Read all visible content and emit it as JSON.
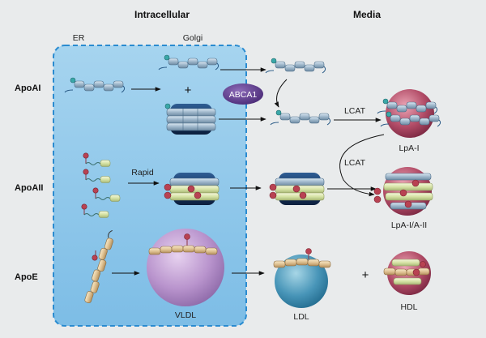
{
  "headers": {
    "intracellular": "Intracellular",
    "media": "Media"
  },
  "compartments": {
    "er": "ER",
    "golgi": "Golgi"
  },
  "rows": {
    "apoai": "ApoAI",
    "apoaii": "ApoAII",
    "apoe": "ApoE"
  },
  "labels": {
    "abca1": "ABCA1",
    "rapid": "Rapid",
    "lcat_top": "LCAT",
    "lcat_mid": "LCAT",
    "lpa1": "LpA-I",
    "lpa1a2": "LpA-I/A-II",
    "vldl": "VLDL",
    "ldl": "LDL",
    "hdl": "HDL",
    "plus_golgi": "+",
    "plus_media": "+"
  },
  "colors": {
    "background": "#e9ebec",
    "cell_fill": "#8cc6e8",
    "cell_border": "#2a8bd0",
    "apoai_helix": "#9db5c8",
    "apoaii_helix": "#d9e6a8",
    "apoe_helix": "#e3c79a",
    "disc": "#17355f",
    "abca1": "#5c3a8c",
    "vldl": "#b590c8",
    "ldl": "#3e8db0",
    "hdl": "#a83a56",
    "lipid_head": "#b84252",
    "teal_dot": "#3aa7a8"
  }
}
